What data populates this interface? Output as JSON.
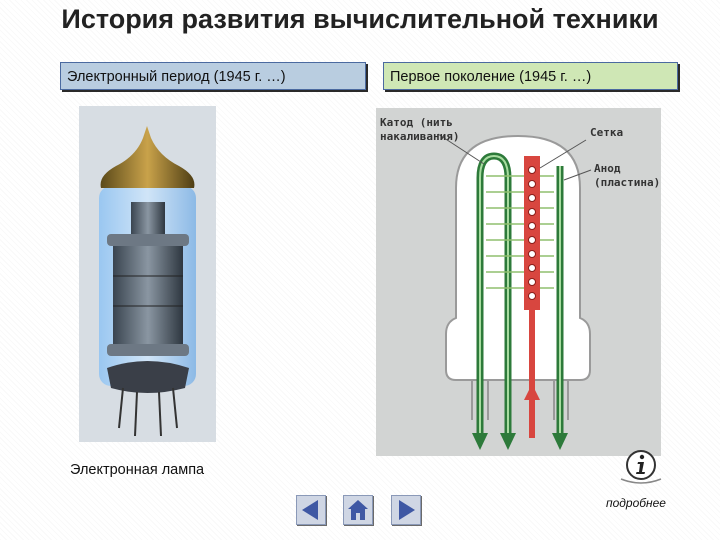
{
  "slide": {
    "title": "История развития вычислительной техники",
    "left_label": "Электронный период (1945 г. …)",
    "right_label": "Первое  поколение  (1945 г. …)",
    "caption": "Электронная лампа"
  },
  "diagram": {
    "cathode_line1": "Катод (нить",
    "cathode_line2": "накаливания)",
    "grid": "Сетка",
    "anode_line1": "Анод",
    "anode_line2": "(пластина)"
  },
  "navigation": {
    "prev_icon": "triangle-left-icon",
    "home_icon": "home-icon",
    "next_icon": "triangle-right-icon",
    "info_icon": "info-icon",
    "more_label": "подробнее"
  },
  "colors": {
    "left_box": "#b9cde0",
    "right_box": "#cfe7b5",
    "nav_arrow": "#3f58a4"
  }
}
